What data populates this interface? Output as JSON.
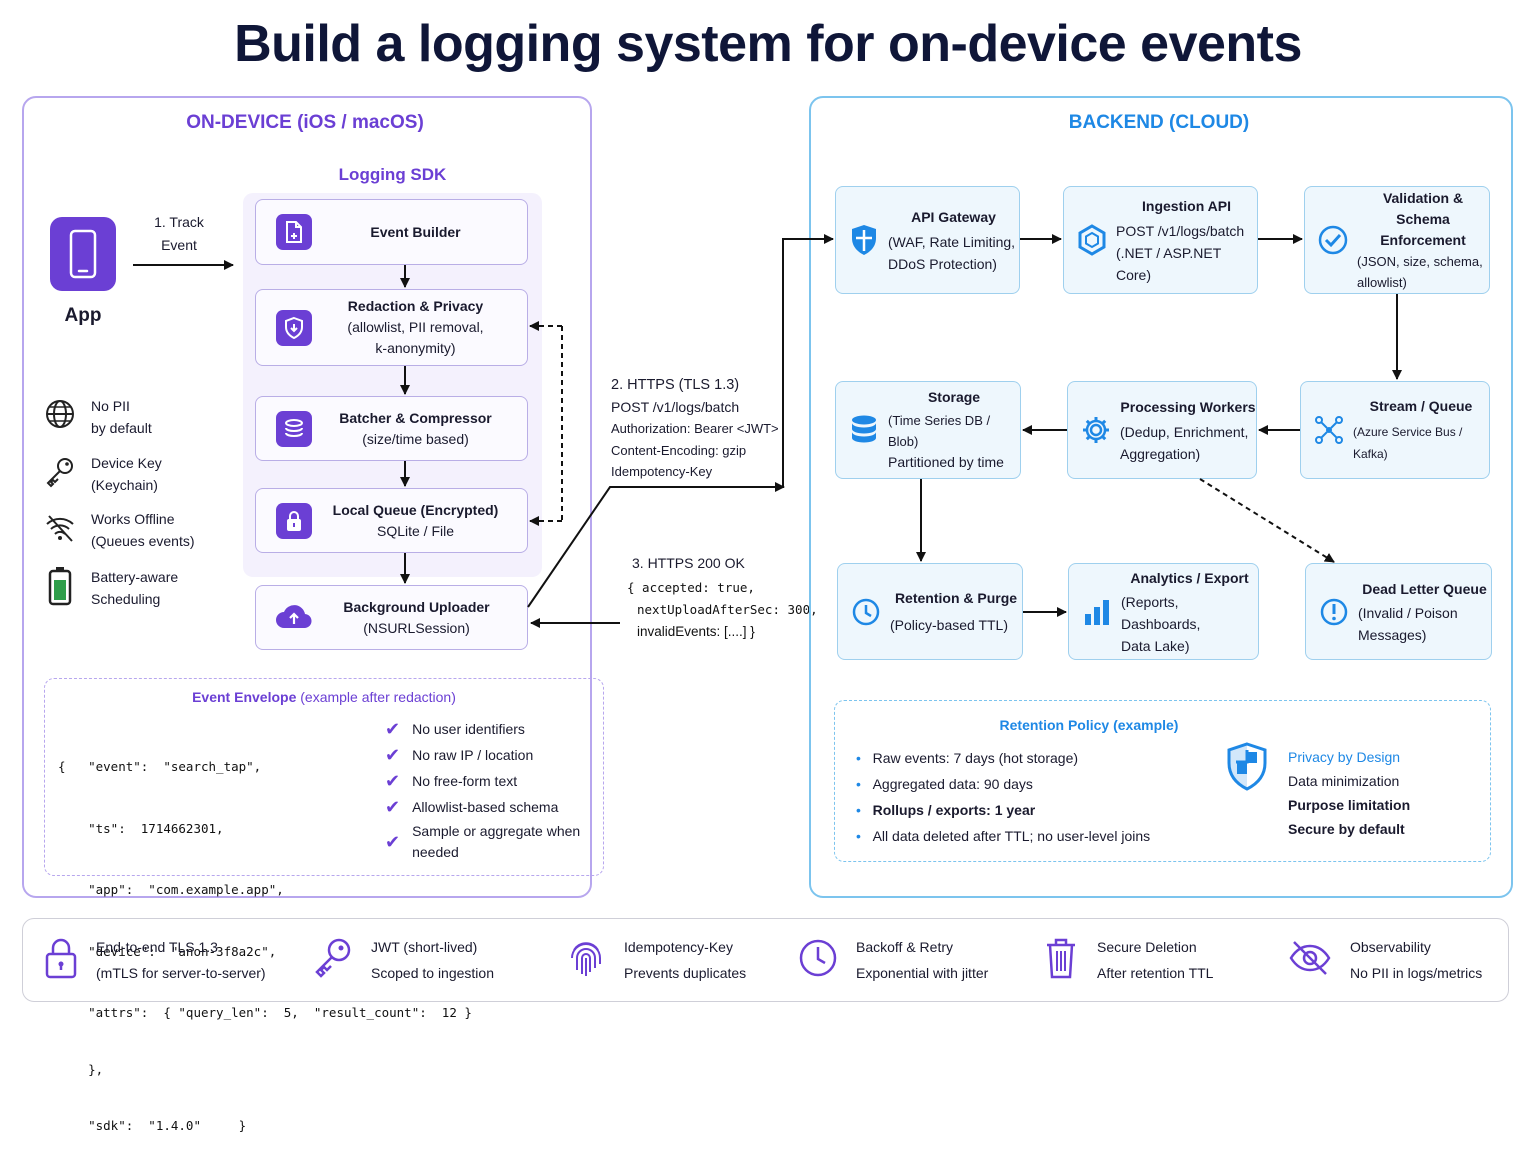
{
  "title": "Build a logging system for on-device events",
  "on_device": {
    "header": "ON-DEVICE (iOS / macOS)",
    "sdk_title": "Logging SDK",
    "app_label": "App",
    "track_step": [
      "1. Track",
      "Event"
    ],
    "sdk_boxes": [
      {
        "title": "Event Builder",
        "sub": ""
      },
      {
        "title": "Redaction & Privacy",
        "sub": "(allowlist, PII removal,",
        "sub2": "k-anonymity)"
      },
      {
        "title": "Batcher & Compressor",
        "sub": "(size/time based)"
      },
      {
        "title": "Local Queue (Encrypted)",
        "sub": "SQLite / File"
      },
      {
        "title": "Background Uploader",
        "sub": "(NSURLSession)"
      }
    ],
    "features": [
      {
        "icon": "globe-icon",
        "l1": "No PII",
        "l2": "by default"
      },
      {
        "icon": "key-icon",
        "l1": "Device Key",
        "l2": "(Keychain)"
      },
      {
        "icon": "wifi-off-icon",
        "l1": "Works Offline",
        "l2": "(Queues events)"
      },
      {
        "icon": "battery-icon",
        "l1": "Battery-aware",
        "l2": "Scheduling"
      }
    ],
    "envelope": {
      "title": "Event Envelope",
      "title_suffix": "(example after redaction)",
      "code": [
        "{   \"event\":  \"search_tap\",",
        "    \"ts\":  1714662301,",
        "    \"app\":  \"com.example.app\",",
        "    \"device\":  \"anon-3f8a2c\",",
        "    \"attrs\":  { \"query_len\":  5,  \"result_count\":  12 }",
        "    },",
        "    \"sdk\":  \"1.4.0\"     }"
      ],
      "checks": [
        "No user identifiers",
        "No raw IP / location",
        "No free-form text",
        "Allowlist-based schema",
        "Sample or aggregate when",
        "needed"
      ]
    }
  },
  "request": {
    "lines": [
      "2. HTTPS (TLS 1.3)",
      "POST /v1/logs/batch",
      "Authorization:  Bearer <JWT>",
      "Content-Encoding:  gzip",
      "Idempotency-Key"
    ]
  },
  "response": {
    "lines": [
      "3. HTTPS 200 OK",
      "{  accepted:  true,",
      "nextUploadAfterSec:  300,",
      "invalidEvents:  [....]  }"
    ]
  },
  "backend": {
    "header": "BACKEND (CLOUD)",
    "boxes": {
      "api_gateway": {
        "title": "API Gateway",
        "l1": "(WAF, Rate Limiting,",
        "l2": "DDoS Protection)"
      },
      "ingestion": {
        "title": "Ingestion API",
        "l1": "POST /v1/logs/batch",
        "l2": "(.NET / ASP.NET Core)"
      },
      "validation": {
        "title": "Validation &",
        "title2": "Schema Enforcement",
        "l1": "(JSON, size, schema,",
        "l2": "allowlist)"
      },
      "storage": {
        "title": "Storage",
        "l1": "(Time Series DB / Blob)",
        "l2": "Partitioned by time"
      },
      "workers": {
        "title": "Processing Workers",
        "l1": "(Dedup, Enrichment,",
        "l2": "Aggregation)"
      },
      "stream": {
        "title": "Stream / Queue",
        "l1": "(Azure Service Bus / Kafka)"
      },
      "retention": {
        "title": "Retention & Purge",
        "l1": "(Policy-based TTL)"
      },
      "analytics": {
        "title": "Analytics / Export",
        "l1": "(Reports, Dashboards,",
        "l2": "Data Lake)"
      },
      "dlq": {
        "title": "Dead Letter Queue",
        "l1": "(Invalid / Poison",
        "l2": "Messages)"
      }
    },
    "policy": {
      "title": "Retention Policy (example)",
      "items": [
        {
          "pre": "Raw events: 7 days (hot storage)",
          "bold": ""
        },
        {
          "pre": "Aggregated data: 90 days",
          "bold": ""
        },
        {
          "pre": "",
          "bold": "Rollups / exports:  1 year"
        },
        {
          "pre": "All data deleted after TTL; no user-level joins",
          "bold": ""
        }
      ],
      "privacy": [
        "Privacy by Design",
        "Data minimization",
        "Purpose limitation",
        "Secure by default"
      ]
    }
  },
  "footer": [
    {
      "icon": "lock-icon",
      "l1": "End-to-end TLS 1.3",
      "l2": "(mTLS for server-to-server)"
    },
    {
      "icon": "key-icon",
      "l1": "JWT (short-lived)",
      "l2": "Scoped to ingestion"
    },
    {
      "icon": "fingerprint-icon",
      "l1": "Idempotency-Key",
      "l2": "Prevents duplicates"
    },
    {
      "icon": "clock-icon",
      "l1": "Backoff & Retry",
      "l2": "Exponential with jitter"
    },
    {
      "icon": "trash-icon",
      "l1": "Secure Deletion",
      "l2": "After retention TTL"
    },
    {
      "icon": "eye-off-icon",
      "l1": "Observability",
      "l2": "No PII in logs/metrics"
    }
  ],
  "colors": {
    "purple": "#6b3fd4",
    "blue": "#1e88e5",
    "navy": "#0f1638"
  }
}
